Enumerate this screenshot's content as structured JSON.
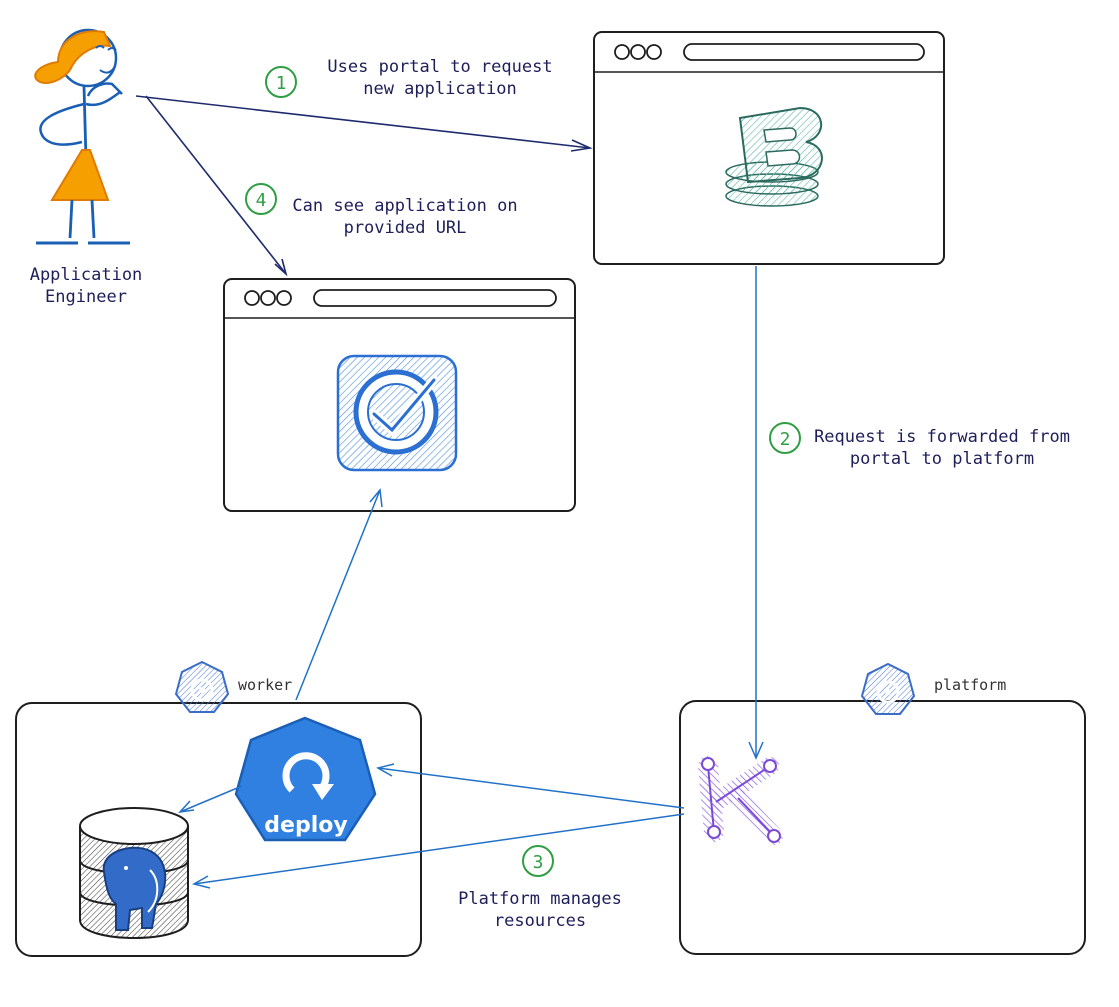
{
  "actor": {
    "line1": "Application",
    "line2": "Engineer"
  },
  "steps": [
    {
      "num": "1",
      "text_line1": "Uses portal to request",
      "text_line2": "new application"
    },
    {
      "num": "2",
      "text_line1": "Request is forwarded from",
      "text_line2": "portal to platform"
    },
    {
      "num": "3",
      "text_line1": "Platform manages",
      "text_line2": "resources"
    },
    {
      "num": "4",
      "text_line1": "Can see application on",
      "text_line2": "provided URL"
    }
  ],
  "clusters": {
    "worker": "worker",
    "platform": "platform"
  },
  "icons": {
    "portal": "backstage-stack-icon",
    "app": "argo-check-icon",
    "platform": "kratix-k-icon",
    "deploy": "deployment-icon",
    "db": "postgres-elephant-icon",
    "k8s": "kubernetes-wheel-icon"
  },
  "deploy_label": "deploy",
  "colors": {
    "ink": "#1e1e5a",
    "accent_blue": "#2271c8",
    "step_green": "#2f9e44",
    "person_orange": "#f59f00",
    "kratix_purple": "#7b4bd6"
  }
}
